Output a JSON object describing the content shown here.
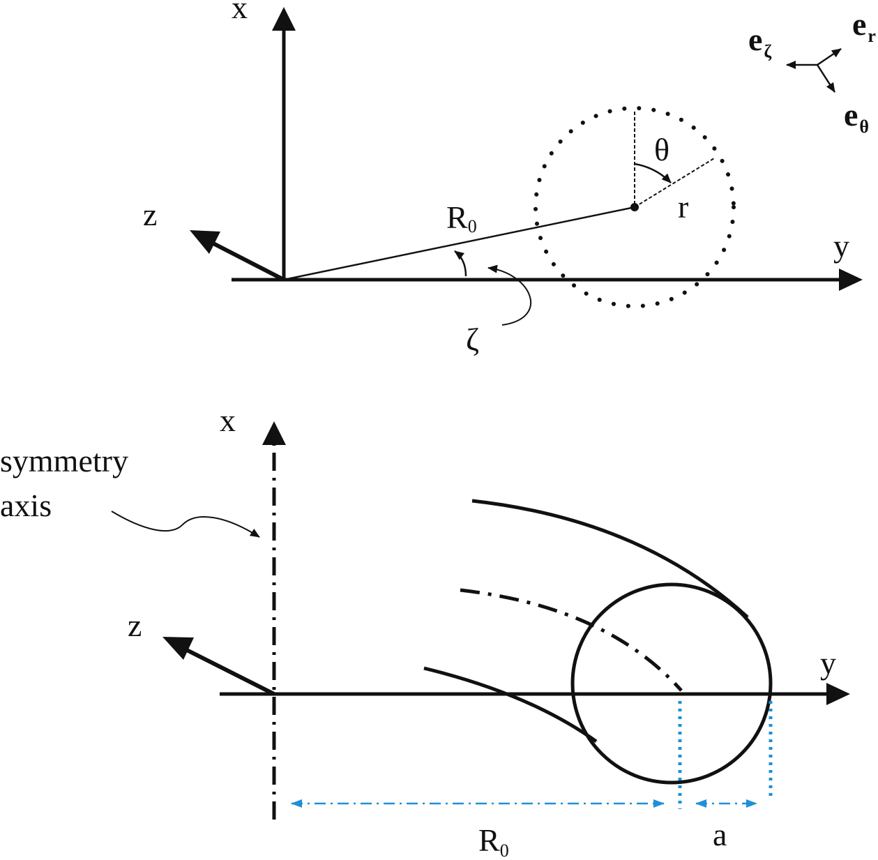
{
  "top_figure": {
    "axis_x": "x",
    "axis_y": "y",
    "axis_z": "z",
    "radius_main": "R",
    "radius_main_sub": "0",
    "angle_theta": "θ",
    "minor_radius": "r",
    "angle_zeta": "ζ",
    "basis": {
      "bold": "e",
      "zeta_sub": "ζ",
      "r_sub": "r",
      "theta_sub": "θ"
    }
  },
  "bottom_figure": {
    "axis_x": "x",
    "axis_y": "y",
    "axis_z": "z",
    "symmetry_line1": "symmetry",
    "symmetry_line2": "axis",
    "dimension_R": "R",
    "dimension_R_sub": "0",
    "dimension_a": "a"
  },
  "colors": {
    "ink": "#111111",
    "dimension": "#1e90d6"
  }
}
